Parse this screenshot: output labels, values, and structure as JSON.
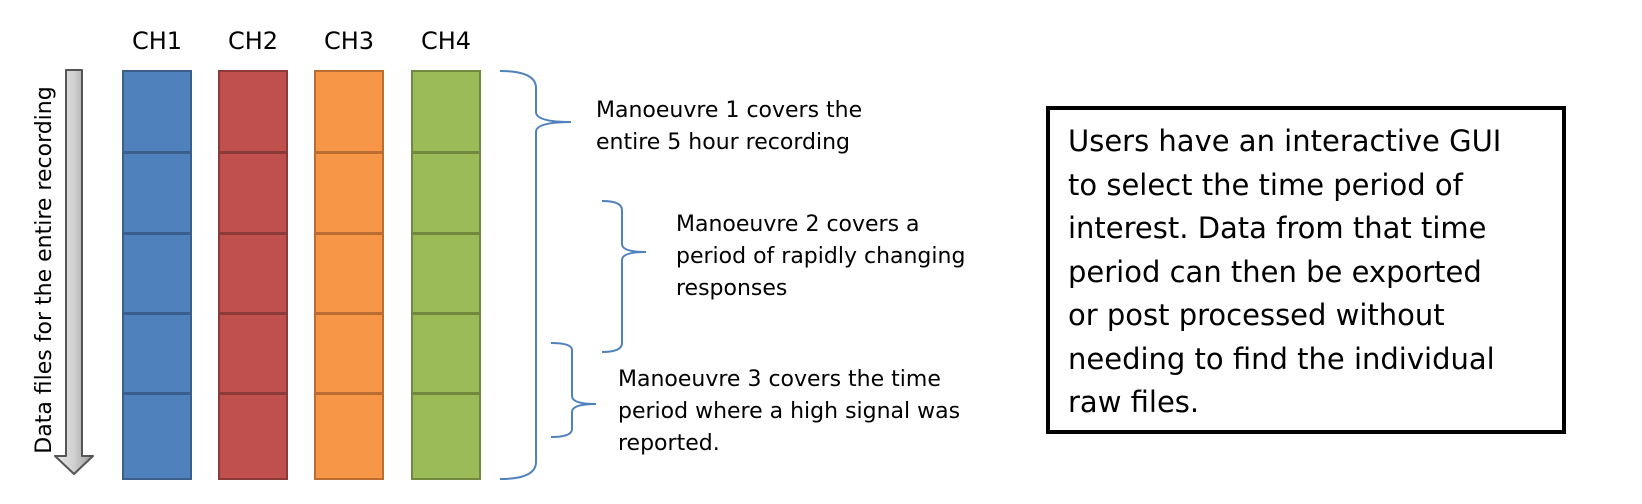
{
  "channels": [
    {
      "label": "CH1",
      "fill": "#4F81BD",
      "border": "#3A5F8C"
    },
    {
      "label": "CH2",
      "fill": "#C0504D",
      "border": "#8C3A37"
    },
    {
      "label": "CH3",
      "fill": "#F79646",
      "border": "#B96D32"
    },
    {
      "label": "CH4",
      "fill": "#9BBB59",
      "border": "#71893F"
    }
  ],
  "side_label": "Data files for the entire recording",
  "manoeuvres": [
    {
      "lines": [
        "Manoeuvre 1 covers the",
        "entire 5 hour recording"
      ]
    },
    {
      "lines": [
        "Manoeuvre 2 covers a",
        "period of rapidly changing",
        "responses"
      ]
    },
    {
      "lines": [
        "Manoeuvre 3 covers the time",
        "period where a high signal was",
        "reported."
      ]
    }
  ],
  "description_lines": [
    "Users have an interactive GUI",
    "to select the time period of",
    "interest. Data from that time",
    "period can then be exported",
    "or post processed without",
    "needing to find the individual",
    "raw files."
  ],
  "bracket_color": "#4F81BD"
}
